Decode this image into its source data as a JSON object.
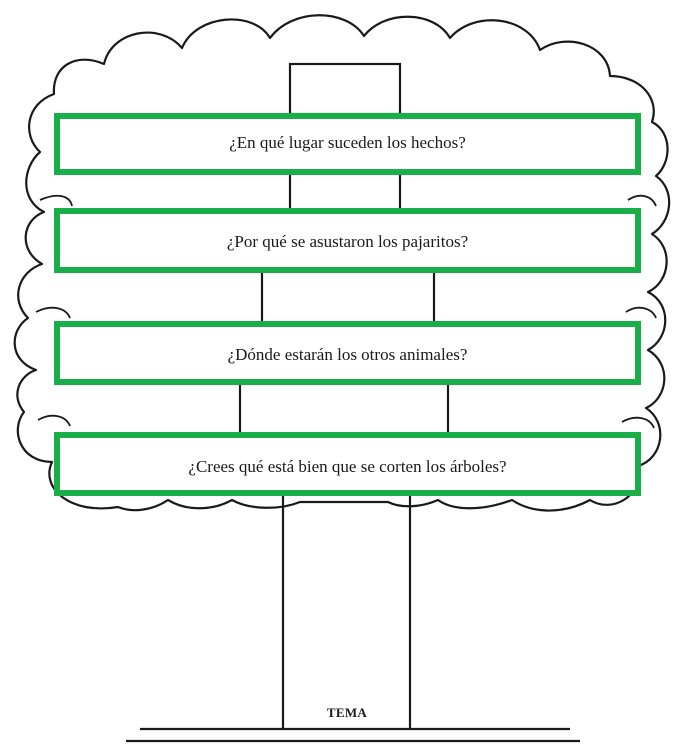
{
  "questions": [
    {
      "text": "¿En qué lugar suceden los hechos?"
    },
    {
      "text": "¿Por qué se asustaron los pajaritos?"
    },
    {
      "text": "¿Dónde estarán los otros animales?"
    },
    {
      "text": "¿Crees qué está bien que se corten los árboles?"
    }
  ],
  "trunk_label": "TEMA",
  "colors": {
    "box_border": "#1aae4b",
    "outline": "#1a1a1a",
    "background": "#ffffff"
  },
  "icons": [
    "tree-crown-outline",
    "tree-trunk",
    "ground-line"
  ]
}
